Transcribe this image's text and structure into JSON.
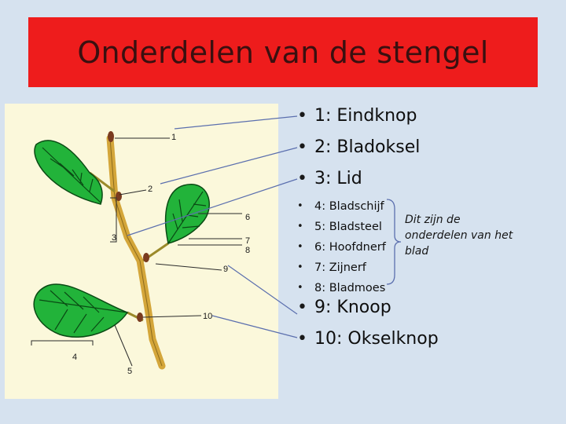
{
  "slide": {
    "title": "Onderdelen van de stengel"
  },
  "diagram": {
    "callout_numbers": [
      "1",
      "2",
      "3",
      "4",
      "5",
      "6",
      "7",
      "8",
      "9",
      "10"
    ],
    "colors": {
      "leaf": "#22b33a",
      "leaf_vein": "#0a4a14",
      "stem": "#d4a63a",
      "bud": "#7a3b1f",
      "pointer_line": "#5b6fae",
      "background": "#fbf8db"
    }
  },
  "parts_main": [
    "1: Eindknop",
    "2: Bladoksel",
    "3: Lid"
  ],
  "parts_leaf": [
    "4: Bladschijf",
    "5: Bladsteel",
    "6: Hoofdnerf",
    "7: Zijnerf",
    "8: Bladmoes"
  ],
  "leaf_note": "Dit zijn de onderdelen van het blad",
  "parts_end": [
    "9: Knoop",
    "10: Okselknop"
  ]
}
